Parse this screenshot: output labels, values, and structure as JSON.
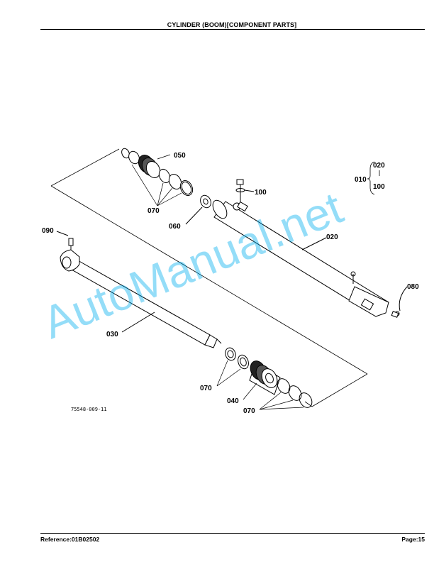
{
  "header": {
    "title": "CYLINDER (BOOM)[COMPONENT PARTS]"
  },
  "footer": {
    "reference": "Reference:01B02502",
    "page": "Page:15"
  },
  "watermark": {
    "text": "AutoManual.net",
    "color": "#00aeef"
  },
  "drawing": {
    "figure_code": "75548-009-11",
    "callouts": {
      "c050": "050",
      "c070_top": "070",
      "c060": "060",
      "c100": "100",
      "c020": "020",
      "c080": "080",
      "c090": "090",
      "c030": "030",
      "c070_mid": "070",
      "c040": "040",
      "c070_bottom": "070"
    },
    "legend": {
      "group": "010",
      "item_a": "020",
      "item_b": "100"
    }
  }
}
